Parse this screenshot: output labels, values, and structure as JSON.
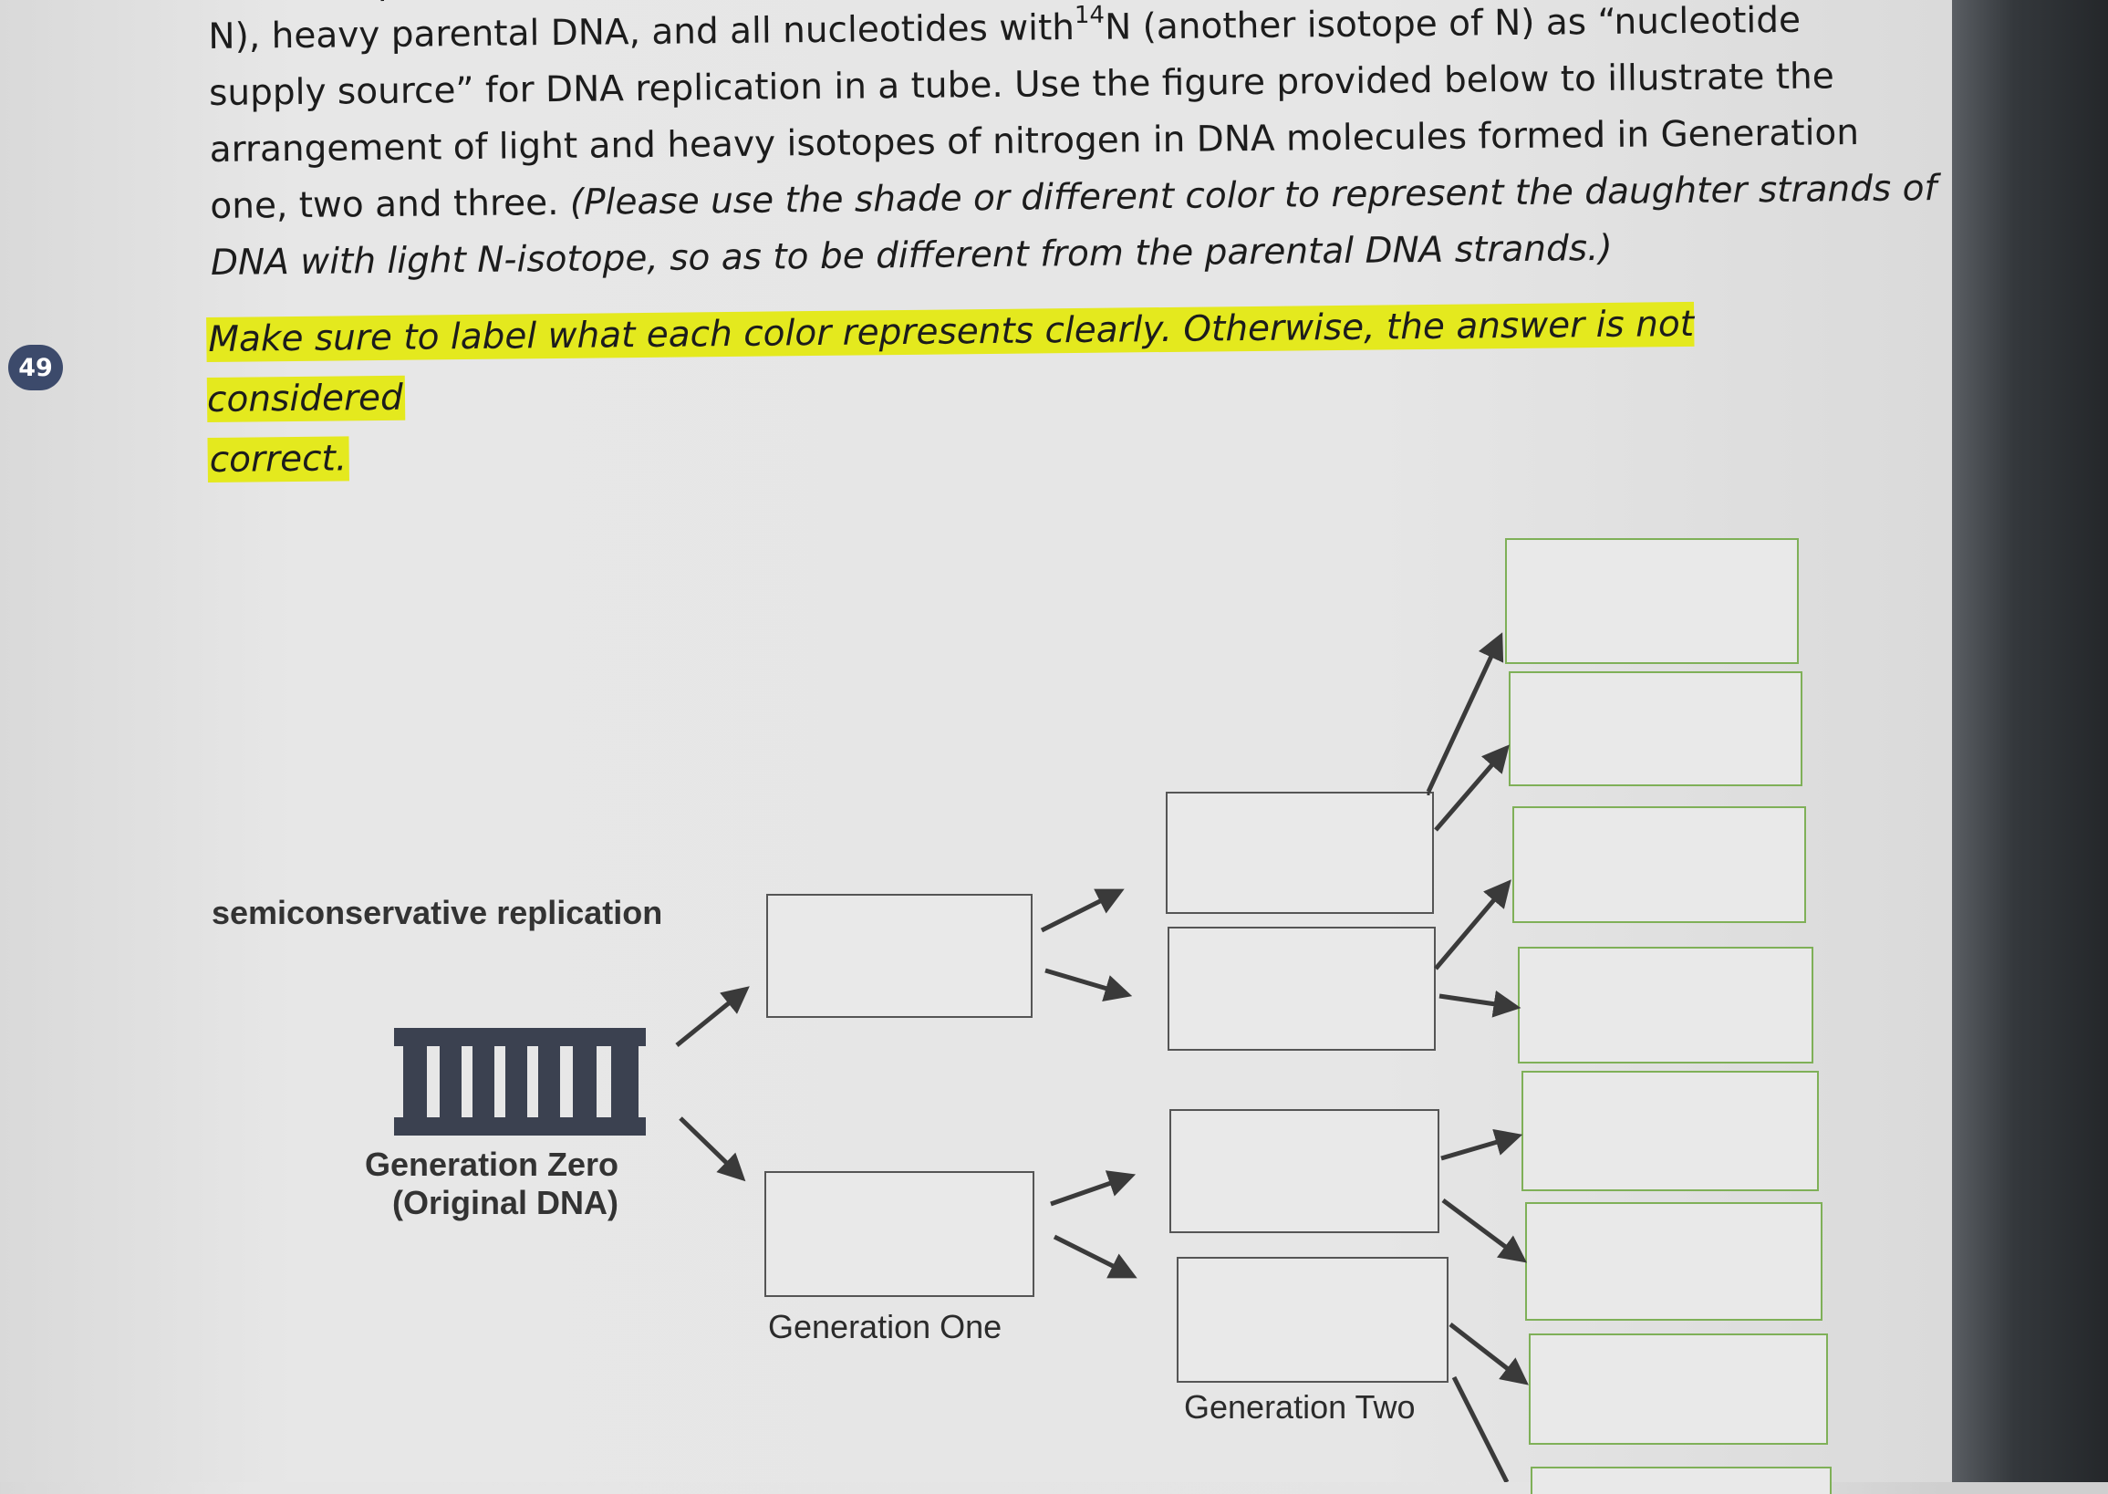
{
  "question": {
    "number": "49",
    "clipped_top_line": "In one experiment, you are given the original",
    "line1_pre": "N), heavy parental DNA, and all nucleotides with",
    "line1_sup": "14",
    "line1_post": "N (another isotope of N) as “nucleotide",
    "line2": "supply source” for DNA replication in a tube. Use the figure provided below to illustrate the",
    "line3": "arrangement of light and heavy isotopes of nitrogen in DNA molecules formed in Generation",
    "line4_pre": "one, two and three. ",
    "line4_italic": "(Please use the shade or different color to represent the daughter strands of",
    "line5_italic": "DNA with light N-isotope, so as to be different from the parental DNA strands.)",
    "highlight_line1": "Make sure to label what each color represents clearly. Otherwise, the answer is not considered",
    "highlight_line2": "correct."
  },
  "figure": {
    "title": "semiconservative replication",
    "gen0_label_line1": "Generation Zero",
    "gen0_label_line2": "(Original DNA)",
    "gen1_label": "Generation One",
    "gen2_label": "Generation Two"
  },
  "colors": {
    "highlight": "#e4e91e",
    "dna_fill": "#3b4150",
    "generation3_box_border": "#7fb058",
    "badge": "#3c4a6b"
  }
}
